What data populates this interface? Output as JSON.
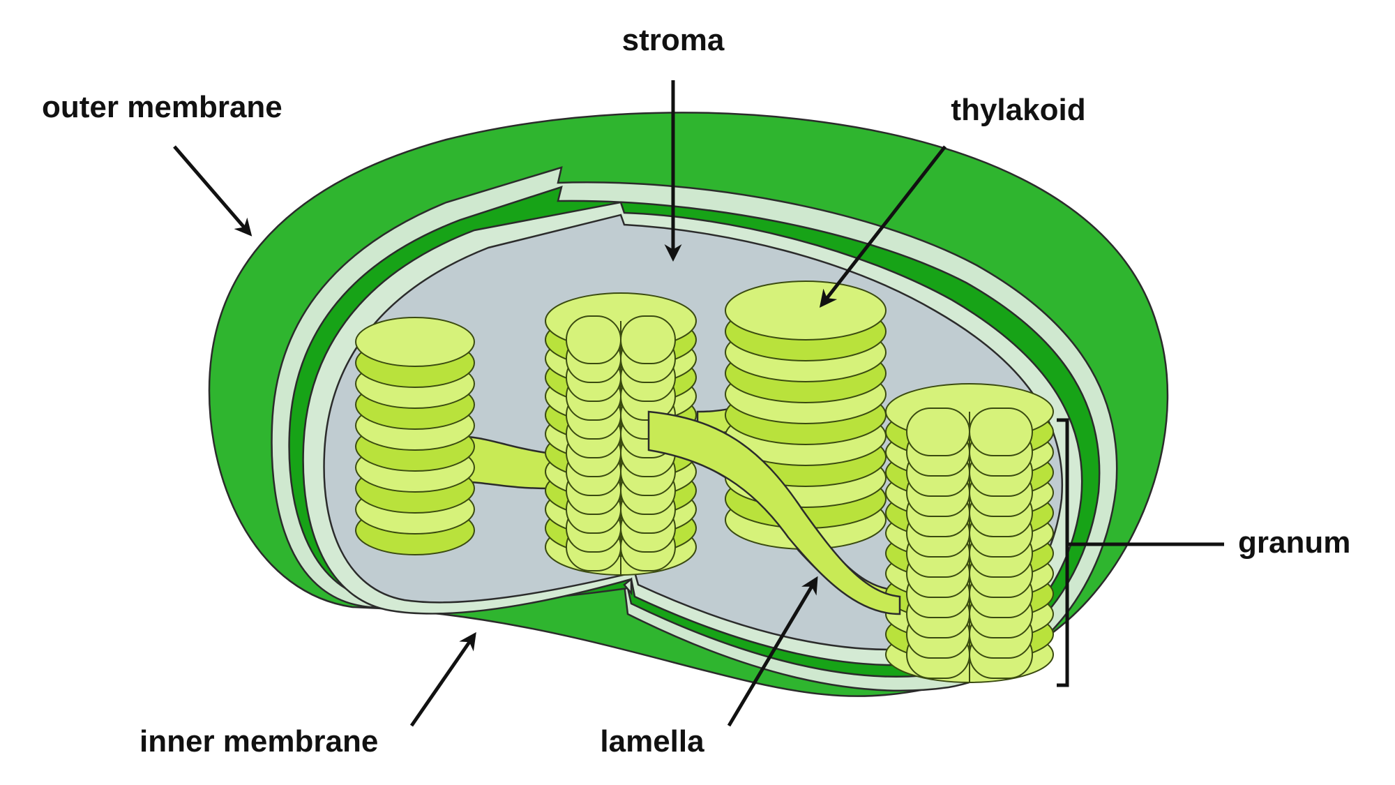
{
  "labels": {
    "stroma": "stroma",
    "outer_membrane": "outer membrane",
    "thylakoid": "thylakoid",
    "granum": "granum",
    "inner_membrane": "inner membrane",
    "lamella": "lamella"
  },
  "colors": {
    "outer_membrane": "#2fb52f",
    "inter_membrane_space": "#cfe8cf",
    "inner_band": "#17a317",
    "stroma": "#c0ccd1",
    "thylakoid_light": "#d6f27a",
    "thylakoid_dark": "#b9e23c",
    "lamella": "#c8ea55",
    "label": "#111111"
  },
  "icons": {
    "arrow": "arrow-icon",
    "bracket": "bracket-icon"
  }
}
